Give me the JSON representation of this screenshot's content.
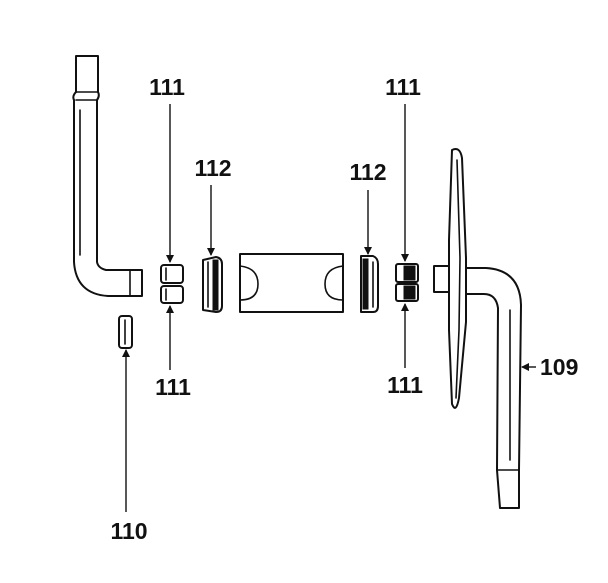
{
  "callouts": {
    "top_left_111": "111",
    "bottom_left_111": "111",
    "left_112": "112",
    "right_112": "112",
    "top_right_111": "111",
    "bottom_right_111": "111",
    "label_110": "110",
    "label_109": "109"
  },
  "colors": {
    "line": "#111111",
    "background": "#ffffff"
  }
}
